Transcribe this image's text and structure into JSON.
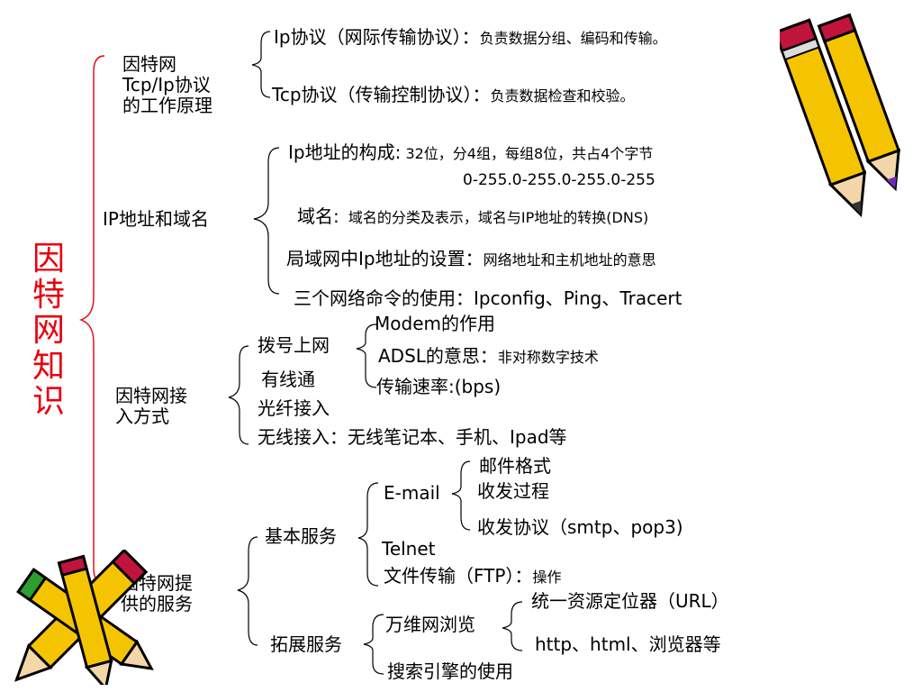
{
  "root": "因特网知识",
  "tcp_ip": {
    "label_l1": "因特网",
    "label_l2": "Tcp/Ip协议",
    "label_l3": "的工作原理",
    "ip_title": "Ip协议（网际传输协议）：",
    "ip_desc": "负责数据分组、编码和传输。",
    "tcp_title": "Tcp协议（传输控制协议）：",
    "tcp_desc": "负责数据检查和校验。"
  },
  "ip_domain": {
    "label": "IP地址和域名",
    "composition_title": "Ip地址的构成:",
    "composition_desc": "32位，分4组，每组8位，共占4个字节",
    "composition_range": "0-255.0-255.0-255.0-255",
    "domain_title": "域名:",
    "domain_desc": "域名的分类及表示，域名与IP地址的转换(DNS)",
    "lan_title": "局域网中Ip地址的设置：",
    "lan_desc": "网络地址和主机地址的意思",
    "commands": "三个网络命令的使用：Ipconfig、Ping、Tracert"
  },
  "access": {
    "label_l1": "因特网接",
    "label_l2": "入方式",
    "dialup": "拨号上网",
    "modem": "Modem的作用",
    "adsl_title": "ADSL的意思：",
    "adsl_desc": "非对称数字技术",
    "speed": "传输速率:(bps)",
    "cable": "有线通",
    "fiber": "光纤接入",
    "wireless": "无线接入：无线笔记本、手机、Ipad等"
  },
  "services": {
    "label_l1": "因特网提",
    "label_l2": "供的服务",
    "basic": "基本服务",
    "email": "E-mail",
    "mail_format": "邮件格式",
    "mail_process": "收发过程",
    "mail_protocol": "收发协议（smtp、pop3)",
    "telnet": "Telnet",
    "ftp_title": "文件传输（FTP）：",
    "ftp_desc": "操作",
    "extended": "拓展服务",
    "www": "万维网浏览",
    "url": "统一资源定位器（URL）",
    "http": "http、html、浏览器等",
    "search": "搜索引擎的使用"
  }
}
